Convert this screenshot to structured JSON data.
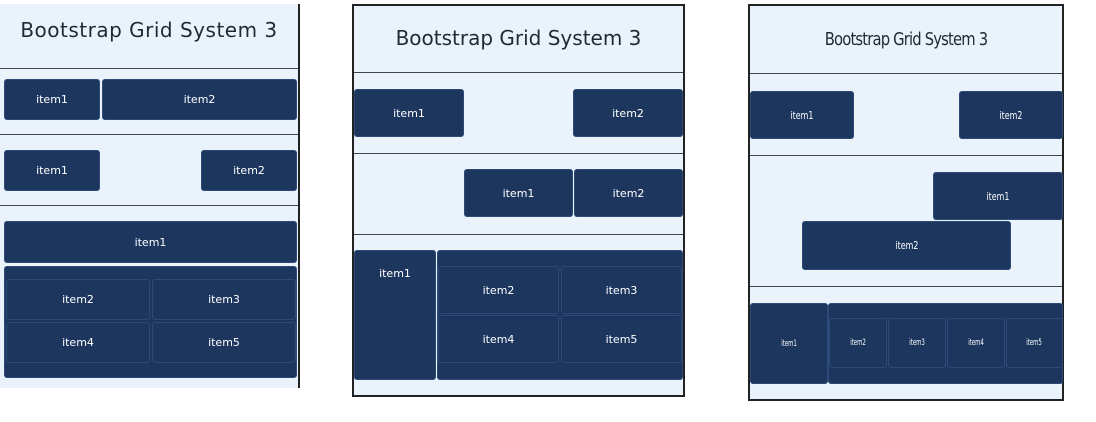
{
  "panels": [
    {
      "title": "Bootstrap Grid System 3",
      "rows": [
        {
          "items": [
            "item1",
            "item2"
          ]
        },
        {
          "items": [
            "item1",
            "item2"
          ]
        },
        {
          "items": [
            "item1",
            "item2",
            "item3",
            "item4",
            "item5"
          ]
        }
      ]
    },
    {
      "title": "Bootstrap Grid System 3",
      "rows": [
        {
          "items": [
            "item1",
            "item2"
          ]
        },
        {
          "items": [
            "item1",
            "item2"
          ]
        },
        {
          "items": [
            "item1",
            "item2",
            "item3",
            "item4",
            "item5"
          ]
        }
      ]
    },
    {
      "title": "Bootstrap Grid System 3",
      "rows": [
        {
          "items": [
            "item1",
            "item2"
          ]
        },
        {
          "items": [
            "item1",
            "item2"
          ]
        },
        {
          "items": [
            "item1",
            "item2",
            "item3",
            "item4",
            "item5"
          ]
        }
      ]
    }
  ],
  "colors": {
    "panel_bg": "#eaf3fb",
    "box_bg": "#1c365e",
    "border": "#222222"
  }
}
